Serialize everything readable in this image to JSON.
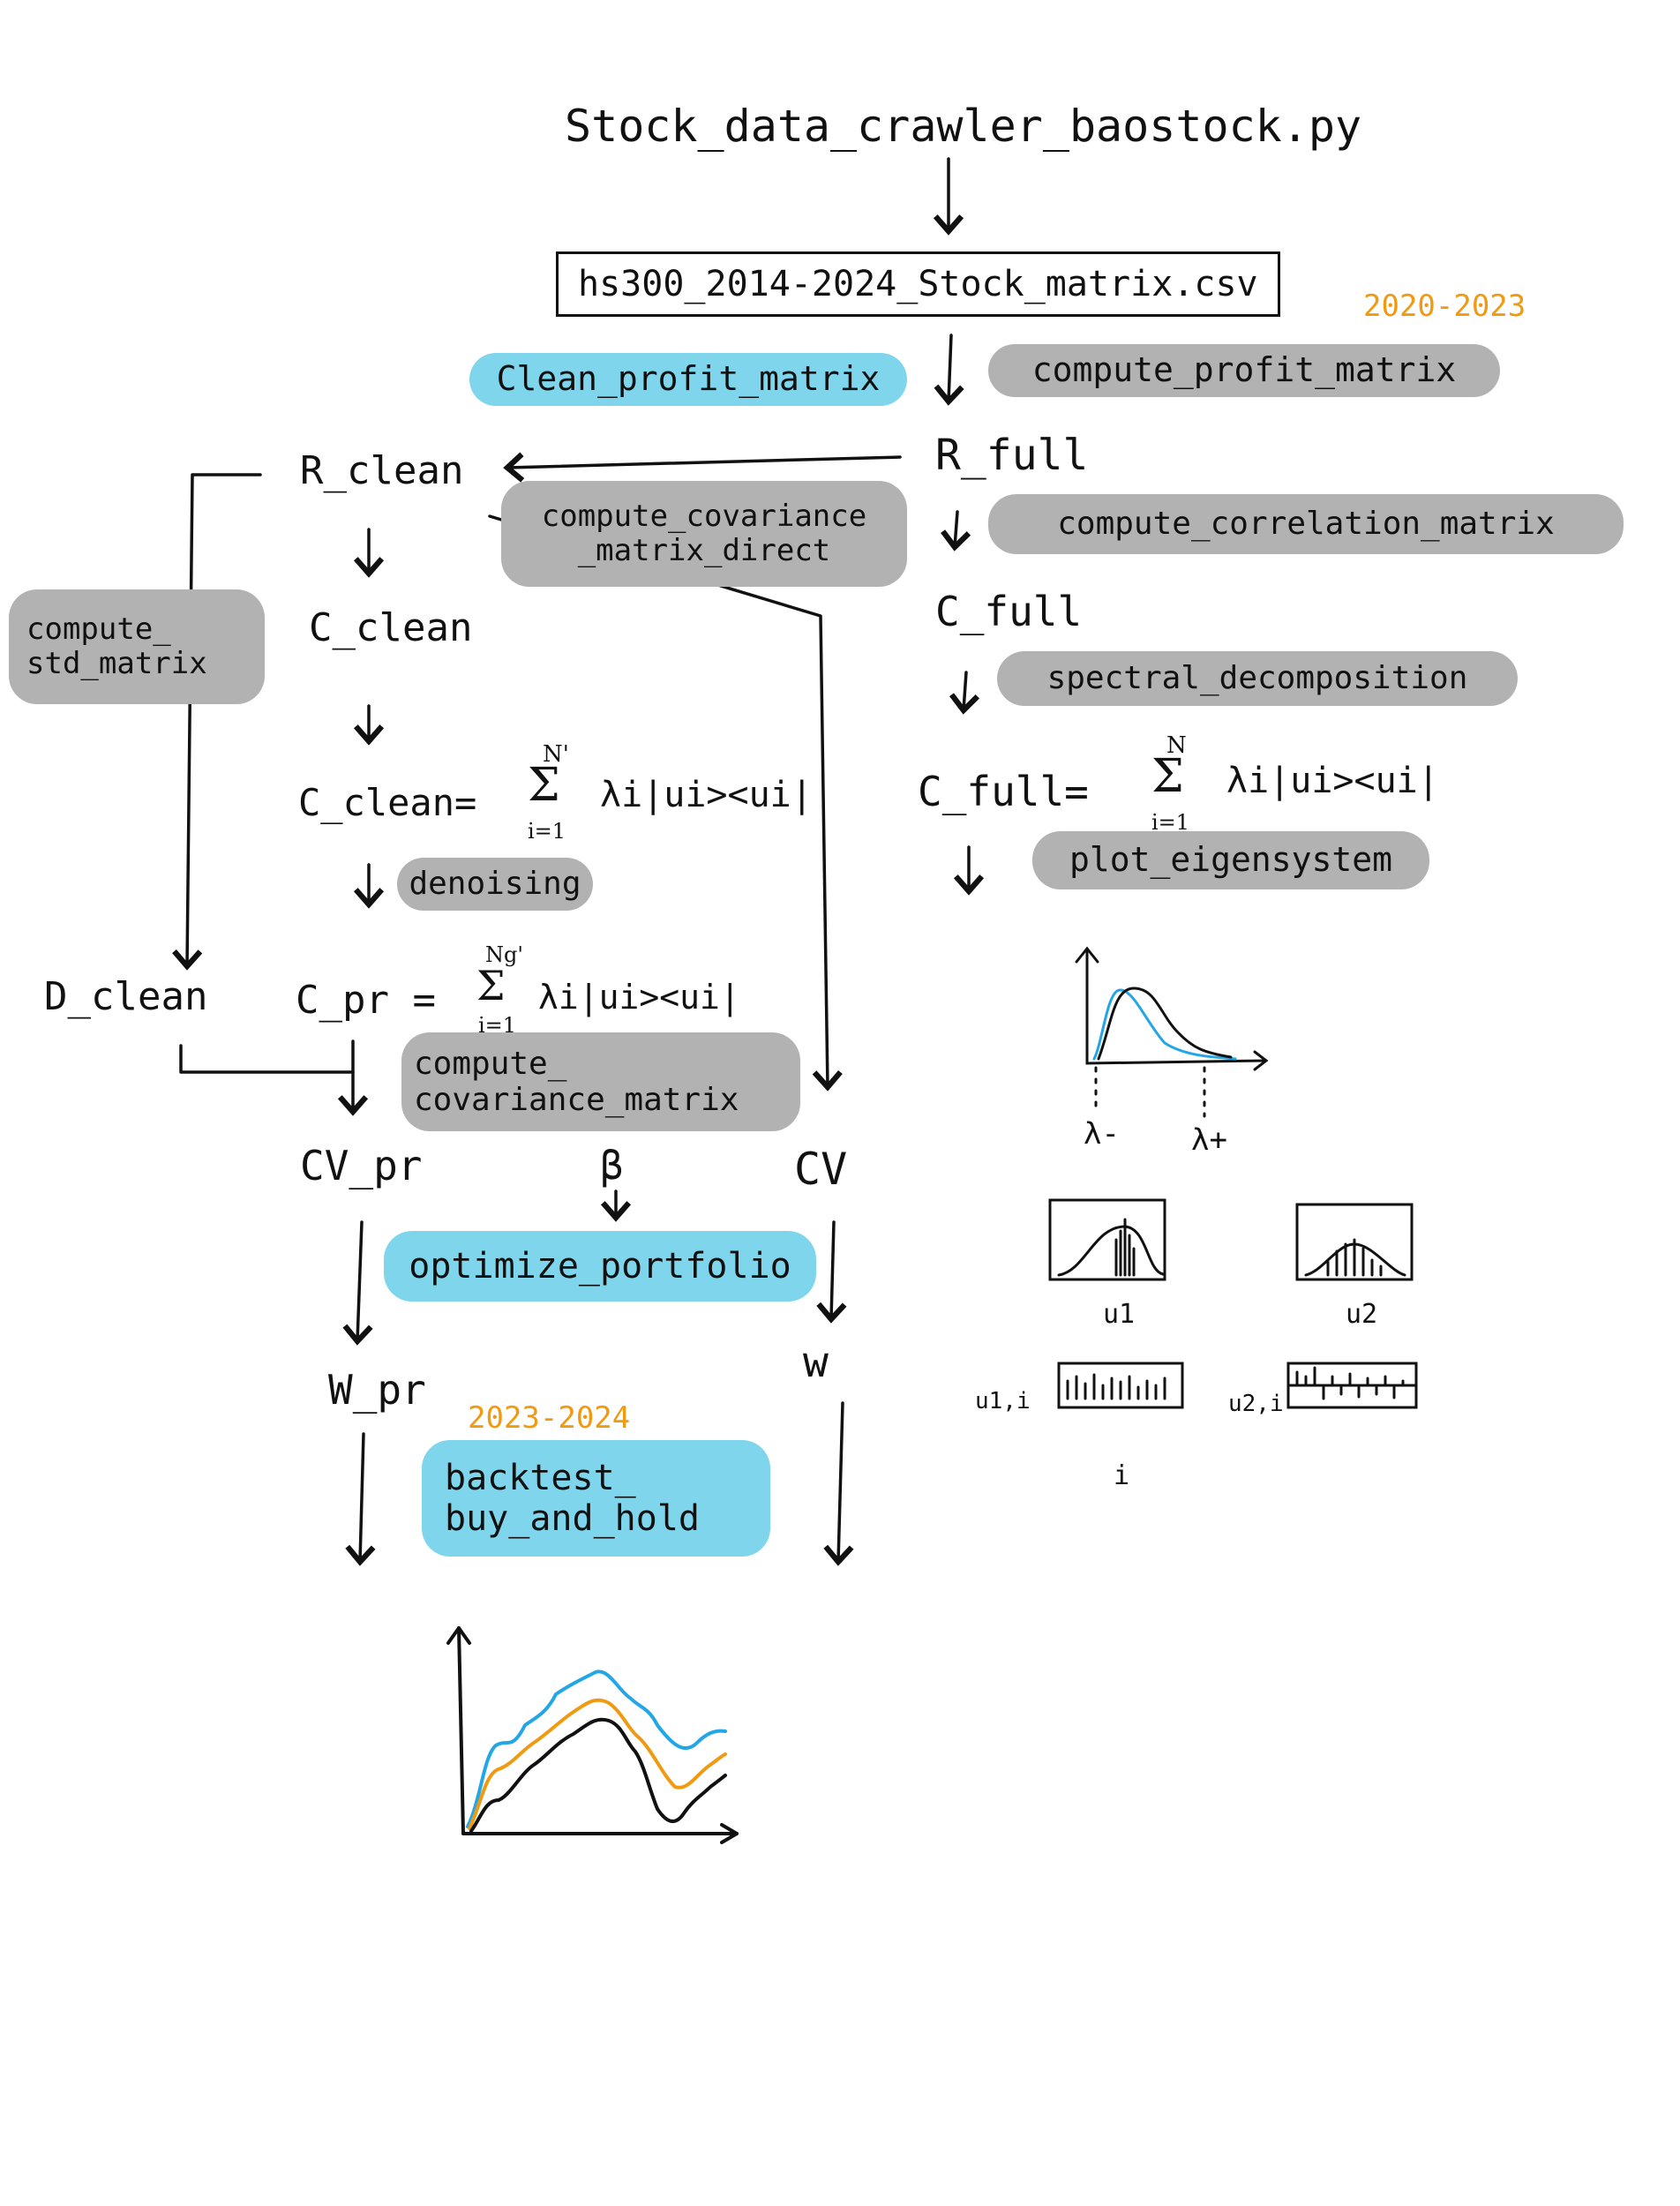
{
  "colors": {
    "blue_highlight": "#7fd6ec",
    "gray_highlight": "#b2b2b2",
    "orange_text": "#f09a12",
    "ink": "#111111",
    "series_blue": "#22a6e6",
    "series_orange": "#f09a12"
  },
  "top": {
    "script": "Stock_data_crawler_baostock.py",
    "csv": "hs300_2014-2024_Stock_matrix.csv",
    "date_range_1": "2020-2023"
  },
  "steps": {
    "clean_profit": "Clean_profit_matrix",
    "compute_profit": "compute_profit_matrix",
    "compute_cov_direct_l1": "compute_covariance",
    "compute_cov_direct_l2": "_matrix_direct",
    "compute_corr": "compute_correlation_matrix",
    "compute_std_l1": "compute_",
    "compute_std_l2": "std_matrix",
    "spectral": "spectral_decomposition",
    "denoising": "denoising",
    "plot_eig": "plot_eigensystem",
    "compute_cov_l1": "compute_",
    "compute_cov_l2": "covariance_matrix",
    "optimize": "optimize_portfolio",
    "backtest_l1": "backtest_",
    "backtest_l2": "buy_and_hold",
    "date_range_2": "2023-2024"
  },
  "nodes": {
    "r_clean": "R_clean",
    "r_full": "R_full",
    "c_clean": "C_clean",
    "c_full": "C_full",
    "c_clean_eq_lhs": "C_clean=",
    "c_clean_eq_rhs": "λi|ui><ui|",
    "c_clean_sum_top": "N'",
    "c_full_eq_lhs": "C_full=",
    "c_full_eq_rhs": "λi|ui><ui|",
    "c_full_sum_top": "N",
    "sum_bottom": "i=1",
    "sigma": "Σ",
    "d_clean": "D_clean",
    "c_pr_eq_lhs": "C_pr =",
    "c_pr_eq_rhs": "λi|ui><ui|",
    "c_pr_sum_top": "Ng'",
    "cv_pr": "CV_pr",
    "beta": "β",
    "cv": "CV",
    "w_pr": "W_pr",
    "w": "w"
  },
  "eigen_sketch": {
    "lambda_minus": "λ-",
    "lambda_plus": "λ+",
    "u1": "u1",
    "u2": "u2",
    "u1i": "u1,i",
    "u2i": "u2,i",
    "i": "i"
  }
}
